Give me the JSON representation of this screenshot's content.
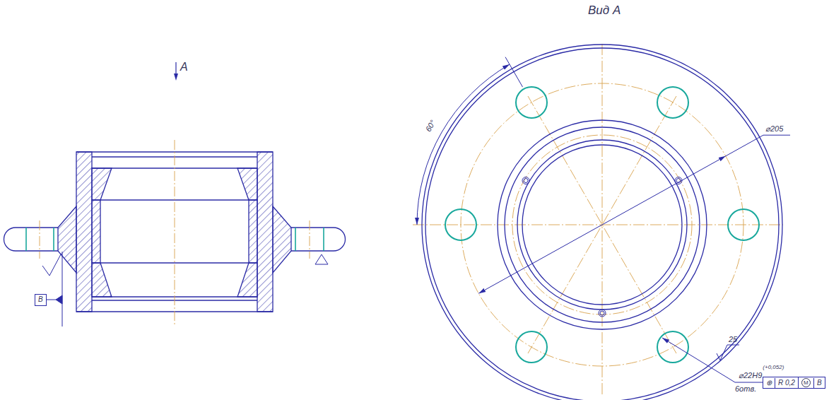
{
  "diagram": {
    "nodes": [
      {
        "text": [
          "B"
        ]
      },
      {
        "text": [
          "⊕",
          "R 0,2",
          "M",
          "B"
        ]
      }
    ],
    "labels": [
      "A",
      "Вид А",
      "60°",
      "⌀205",
      "25",
      "⌀22H9",
      "(+0,052)",
      "6отв."
    ]
  }
}
